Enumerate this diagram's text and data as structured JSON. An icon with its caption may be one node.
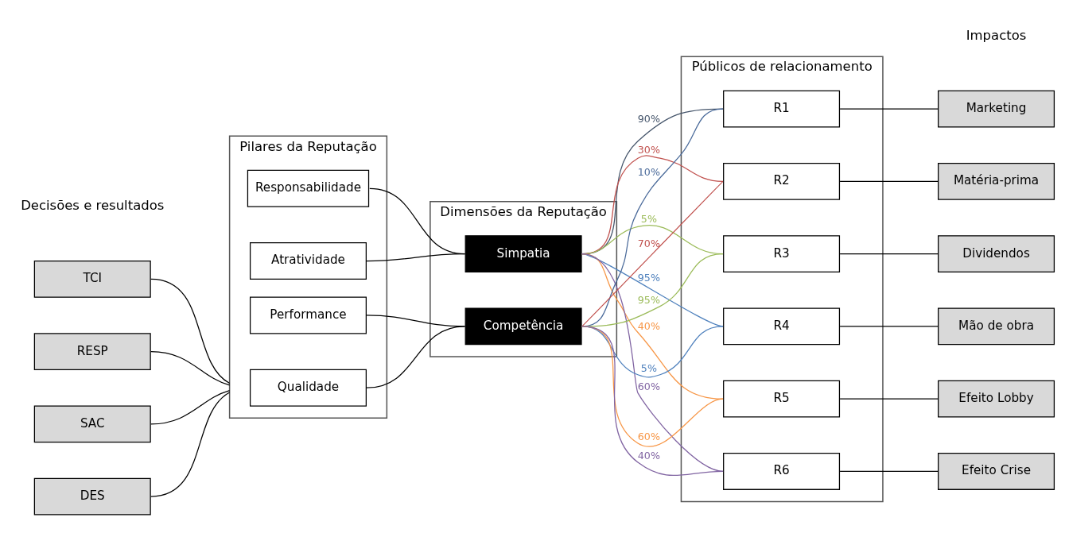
{
  "diagram": {
    "nodes": [
      {
        "text": [
          "TCI"
        ]
      },
      {
        "text": [
          "RESP"
        ]
      },
      {
        "text": [
          "SAC"
        ]
      },
      {
        "text": [
          "DES"
        ]
      },
      {
        "text": [
          "Pilares da Reputação"
        ]
      },
      {
        "text": [
          "Atratividade"
        ],
        "in": 4
      },
      {
        "text": [
          "Responsabilidade"
        ],
        "in": 4
      },
      {
        "text": [
          "Qualidade"
        ],
        "in": 4
      },
      {
        "text": [
          "Performance"
        ],
        "in": 4
      },
      {
        "text": [
          "Dimensões da Reputação"
        ]
      },
      {
        "text": [
          "Simpatia"
        ],
        "in": 9
      },
      {
        "text": [
          "Competência"
        ],
        "in": 9
      },
      {
        "text": [
          "Públicos de relacionamento"
        ]
      },
      {
        "text": [
          "R1"
        ],
        "in": 12
      },
      {
        "text": [
          "R2"
        ],
        "in": 12
      },
      {
        "text": [
          "R3"
        ],
        "in": 12
      },
      {
        "text": [
          "R4"
        ],
        "in": 12
      },
      {
        "text": [
          "R5"
        ],
        "in": 12
      },
      {
        "text": [
          "R6"
        ],
        "in": 12
      },
      {
        "text": [
          "Marketing"
        ]
      },
      {
        "text": [
          "Matéria-prima"
        ]
      },
      {
        "text": [
          "Dividendos"
        ]
      },
      {
        "text": [
          "Mão de obra"
        ]
      },
      {
        "text": [
          "Efeito Lobby"
        ]
      },
      {
        "text": [
          "Efeito Crise"
        ]
      }
    ],
    "edges": [
      {
        "from": 0,
        "to": 4,
        "arrow": "none"
      },
      {
        "from": 1,
        "to": 4,
        "arrow": "none"
      },
      {
        "from": 2,
        "to": 4,
        "arrow": "none"
      },
      {
        "from": 3,
        "to": 4,
        "arrow": "none"
      },
      {
        "from": 5,
        "to": 10,
        "arrow": "none"
      },
      {
        "from": 6,
        "to": 10,
        "arrow": "none"
      },
      {
        "from": 7,
        "to": 11,
        "arrow": "none"
      },
      {
        "from": 8,
        "to": 11,
        "arrow": "none"
      },
      {
        "from": 10,
        "to": 13,
        "arrow": "none",
        "label": "90%",
        "color": "#44546a"
      },
      {
        "from": 11,
        "to": 13,
        "arrow": "none",
        "label": "10%",
        "color": "#4a6a9a"
      },
      {
        "from": 10,
        "to": 14,
        "arrow": "none",
        "label": "30%",
        "color": "#c0504d"
      },
      {
        "from": 11,
        "to": 14,
        "arrow": "none",
        "label": "70%",
        "color": "#c0504d"
      },
      {
        "from": 10,
        "to": 15,
        "arrow": "none",
        "label": "5%",
        "color": "#9bbb59"
      },
      {
        "from": 11,
        "to": 15,
        "arrow": "none",
        "label": "95%",
        "color": "#9bbb59"
      },
      {
        "from": 10,
        "to": 16,
        "arrow": "none",
        "label": "95%",
        "color": "#4f81bd"
      },
      {
        "from": 11,
        "to": 16,
        "arrow": "none",
        "label": "5%",
        "color": "#4f81bd"
      },
      {
        "from": 10,
        "to": 17,
        "arrow": "none",
        "label": "40%",
        "color": "#f79646"
      },
      {
        "from": 11,
        "to": 17,
        "arrow": "none",
        "label": "60%",
        "color": "#f79646"
      },
      {
        "from": 10,
        "to": 18,
        "arrow": "none",
        "label": "60%",
        "color": "#8064a2"
      },
      {
        "from": 11,
        "to": 18,
        "arrow": "none",
        "label": "40%",
        "color": "#8064a2"
      },
      {
        "from": 13,
        "to": 19,
        "arrow": "none"
      },
      {
        "from": 14,
        "to": 20,
        "arrow": "none"
      },
      {
        "from": 15,
        "to": 21,
        "arrow": "none"
      },
      {
        "from": 16,
        "to": 22,
        "arrow": "none"
      },
      {
        "from": 17,
        "to": 23,
        "arrow": "none"
      },
      {
        "from": 18,
        "to": 24,
        "arrow": "none"
      }
    ],
    "labels": [
      "Decisões e resultados",
      "Impactos"
    ]
  }
}
